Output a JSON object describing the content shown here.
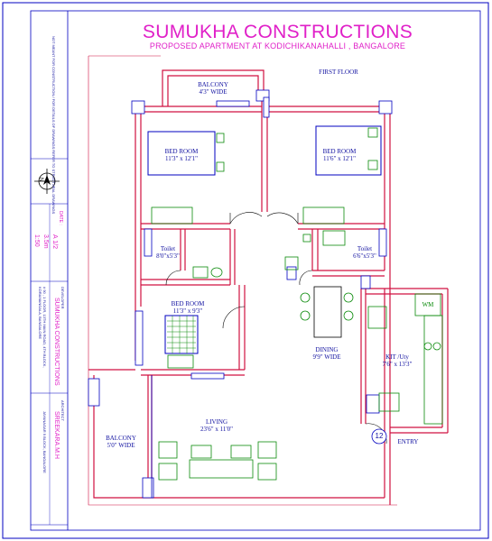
{
  "header": {
    "title": "SUMUKHA CONSTRUCTIONS",
    "subtitle": "PROPOSED APARTMENT AT KODICHIKANAHALLI , BANGALORE"
  },
  "plan": {
    "floor_label": "FIRST FLOOR",
    "rooms": {
      "balcony_top": {
        "name": "BALCONY",
        "size": "4'3\" WIDE"
      },
      "bedroom_left": {
        "name": "BED ROOM",
        "size": "11'3\" x 12'1\""
      },
      "bedroom_right": {
        "name": "BED ROOM",
        "size": "11'6\" x 12'1\""
      },
      "toilet_left": {
        "name": "Toilet",
        "size": "8'0\"x5'3\""
      },
      "toilet_right": {
        "name": "Toilet",
        "size": "6'6\"x5'3\""
      },
      "bedroom_mid": {
        "name": "BED ROOM",
        "size": "11'3\" x 9'3\""
      },
      "dining": {
        "name": "DINING",
        "size": "9'9\" WIDE"
      },
      "kitchen": {
        "name": "KIT /Uty",
        "size": "7'6\" x 13'3\""
      },
      "living": {
        "name": "LIVING",
        "size": "23'6\" x 11'0\""
      },
      "balcony_left": {
        "name": "BALCONY",
        "size": "5'0\" WIDE"
      }
    },
    "entry": {
      "label": "ENTRY",
      "number": "12"
    },
    "wm_label": "WM"
  },
  "titleblock": {
    "note": "NOT MEANT FOR CONSTRUCTION / FOR DETAILS OF DRAWINGS REFER TO STRUCTURAL DRAWINGS",
    "north": "N",
    "date_label": "DATE :",
    "sheet_label": "A  1/2",
    "scale_label": "1:50",
    "scale_note": "3.5m",
    "client_heading": "DEVELOPER",
    "client_name": "SUMUKHA  CONSTRUCTIONS",
    "client_address": "# 90 , 1 FLOOR, 13TH MAIN ROAD, 4TH BLOCK, KORAMANGALA, BANGALORE",
    "architect_heading": "ARCHITECT",
    "architect_name": "SREEKARA.M.H",
    "architect_address": "JAYANAGAR 9 BLOCK, BANGALORE"
  },
  "colors": {
    "wall": "#d01040",
    "frame": "#0000c0",
    "fixture": "#0a8a0a",
    "text": "#1010a0",
    "title": "#e020c8"
  }
}
